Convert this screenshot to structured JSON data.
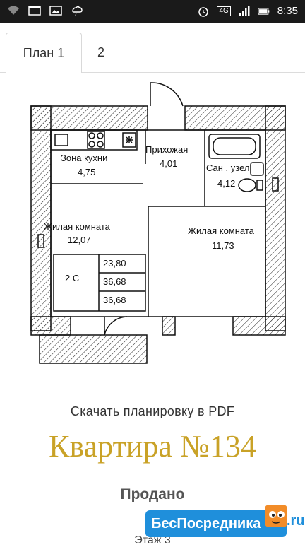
{
  "status_bar": {
    "network": "4G",
    "time": "8:35"
  },
  "tabs": [
    {
      "label": "План 1"
    },
    {
      "label": "2"
    }
  ],
  "floorplan": {
    "rooms": [
      {
        "name": "Зона  кухни",
        "area": "4,75"
      },
      {
        "name": "Прихожая",
        "area": "4,01"
      },
      {
        "name": "Сан . узел",
        "area": "4,12"
      },
      {
        "name": "Жилая  комната",
        "area": "12,07"
      },
      {
        "name": "Жилая  комната",
        "area": "11,73"
      }
    ],
    "legend": {
      "type": "2 С",
      "values": [
        "23,80",
        "36,68",
        "36,68"
      ]
    }
  },
  "download_pdf": "Скачать планировку в PDF",
  "apartment_title": "Квартира №134",
  "sale_status": "Продано",
  "floor_label": "Этаж 3",
  "watermark": {
    "text": "БесПосредника",
    "suffix": ".ru"
  },
  "colors": {
    "accent_gold": "#c9a227",
    "watermark_blue": "#1f8fdb"
  }
}
